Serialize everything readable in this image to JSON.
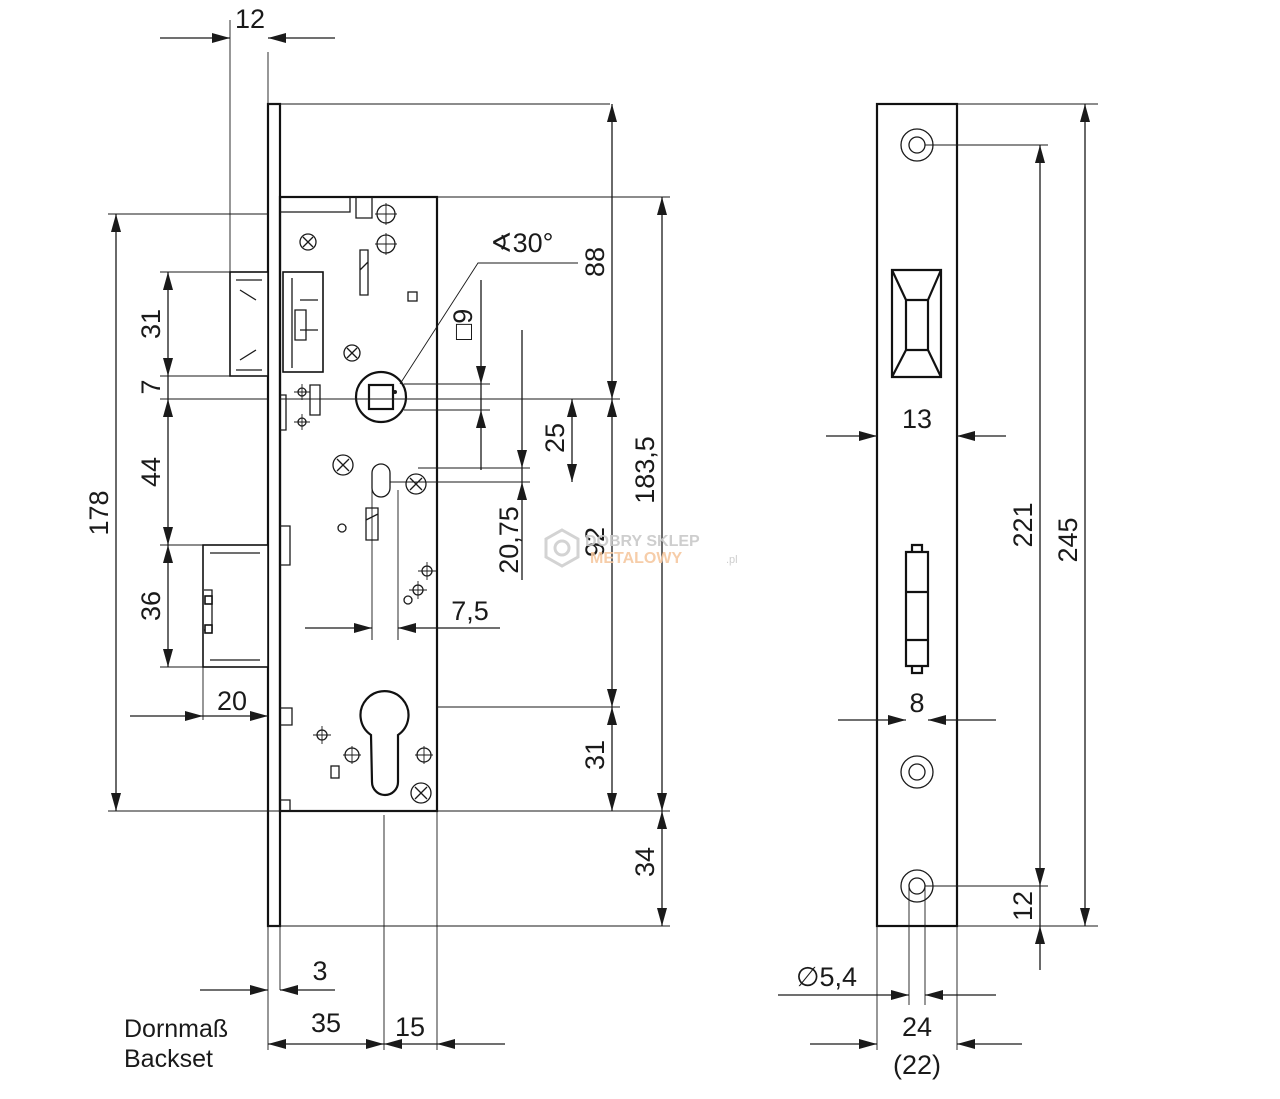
{
  "front_view": {
    "dims": {
      "top_12": "12",
      "d31_top": "31",
      "d7": "7",
      "d44": "44",
      "d178": "178",
      "d36": "36",
      "d20": "20",
      "d88": "88",
      "d183_5": "183,5",
      "d92": "92",
      "d31_bottom": "31",
      "d34": "34",
      "d25": "25",
      "d20_75": "20,75",
      "d7_5": "7,5",
      "d3": "3",
      "d35": "35",
      "d15": "15",
      "angle": "∢30°",
      "square": "□9"
    },
    "backset_label_de": "Dornmaß",
    "backset_label_en": "Backset"
  },
  "side_view": {
    "dims": {
      "d13": "13",
      "d8": "8",
      "d221": "221",
      "d245": "245",
      "d12": "12",
      "hole": "∅5,4",
      "d24": "24",
      "d22": "(22)"
    }
  },
  "watermark": {
    "line1": "DOBRY SKLEP",
    "line2": "METALOWY",
    "suffix": ".pl"
  }
}
